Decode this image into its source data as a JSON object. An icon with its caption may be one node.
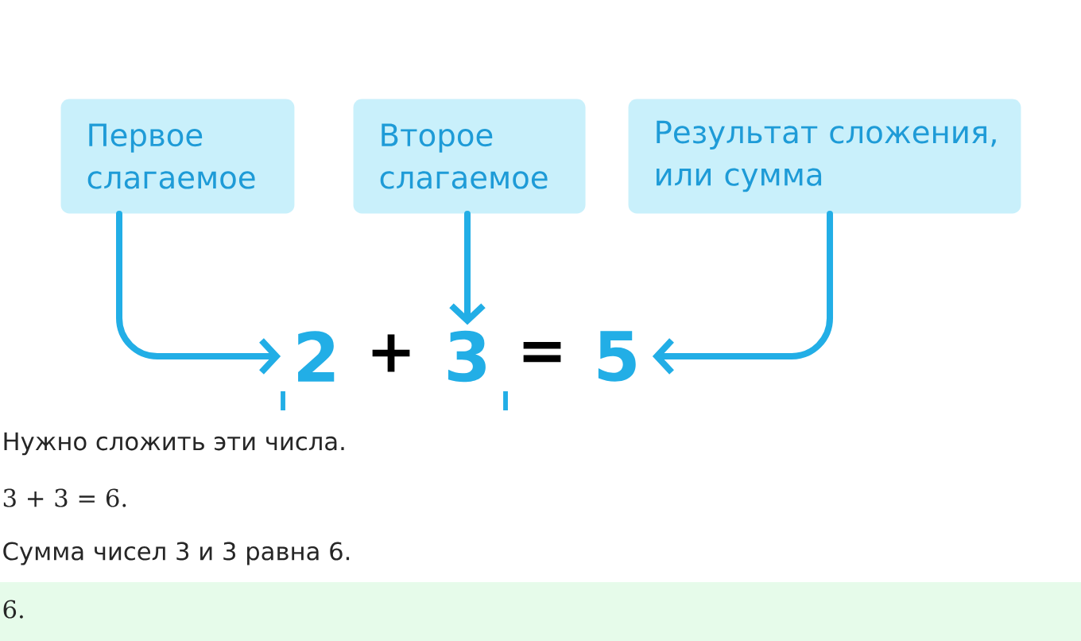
{
  "diagram": {
    "nodes": [
      {
        "text": [
          "Первое слагаемое"
        ]
      },
      {
        "text": [
          "Второе слагаемое"
        ]
      },
      {
        "text": [
          "Результат сложения, или сумма"
        ]
      },
      {
        "text": [
          "2"
        ]
      },
      {
        "text": [
          "3"
        ]
      },
      {
        "text": [
          "5"
        ]
      }
    ],
    "edges": [
      {
        "from": 0,
        "to": 3,
        "arrow": "to"
      },
      {
        "from": 1,
        "to": 4,
        "arrow": "to"
      },
      {
        "from": 2,
        "to": 5,
        "arrow": "to"
      }
    ],
    "labels": [
      "+",
      "=",
      "Нужно сложить эти числа.",
      "3 + 3 = 6.",
      "Сумма чисел 3 и 3 равна 6.",
      "6."
    ]
  }
}
